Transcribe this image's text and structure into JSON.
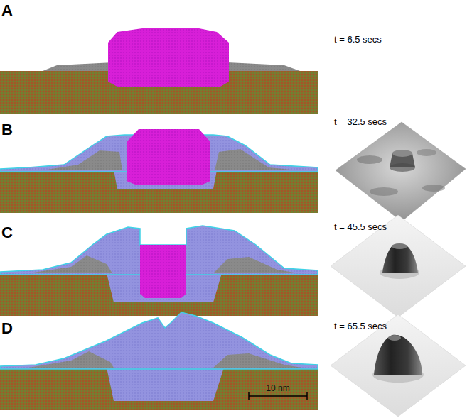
{
  "diagram": {
    "labels": [
      "A",
      "t = 6.5 secs",
      "B",
      "t = 32.5 secs",
      "C",
      "t = 45.5 secs",
      "D",
      "t = 65.5 secs",
      "10 nm"
    ]
  }
}
